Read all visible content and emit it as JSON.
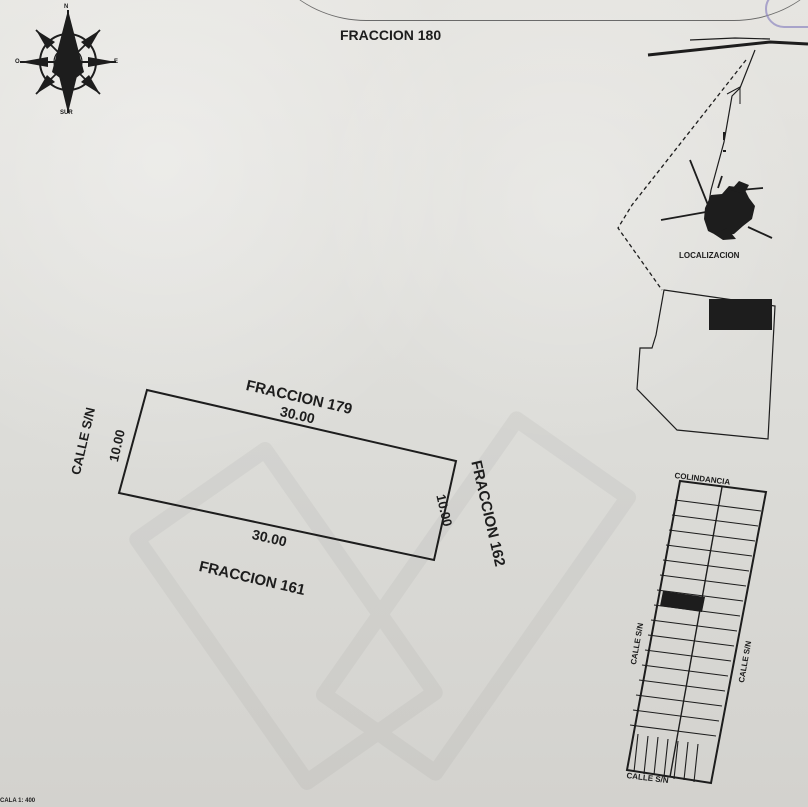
{
  "labels": {
    "fraccion_180": "FRACCION 180",
    "fraccion_179": "FRACCION 179",
    "fraccion_161": "FRACCION 161",
    "fraccion_162": "FRACCION 162",
    "calle_left": "CALLE S/N",
    "top_dimension": "30.00",
    "bottom_dimension": "30.00",
    "left_dimension": "10.00",
    "right_dimension": "10.00",
    "location_label": "LOCALIZACION",
    "colindancia_label": "COLINDANCIA",
    "calle_block_left": "CALLE S/N",
    "calle_block_right": "CALLE S/N",
    "calle_block_bottom": "CALLE S/N",
    "scale": "CALA 1: 400"
  },
  "compass": {
    "north": "N",
    "south": "SUR",
    "east": "E",
    "west": "O"
  },
  "colors": {
    "ink": "#1d1d1d",
    "paper": "#dcdcd8",
    "seal": "#8f87c0"
  }
}
